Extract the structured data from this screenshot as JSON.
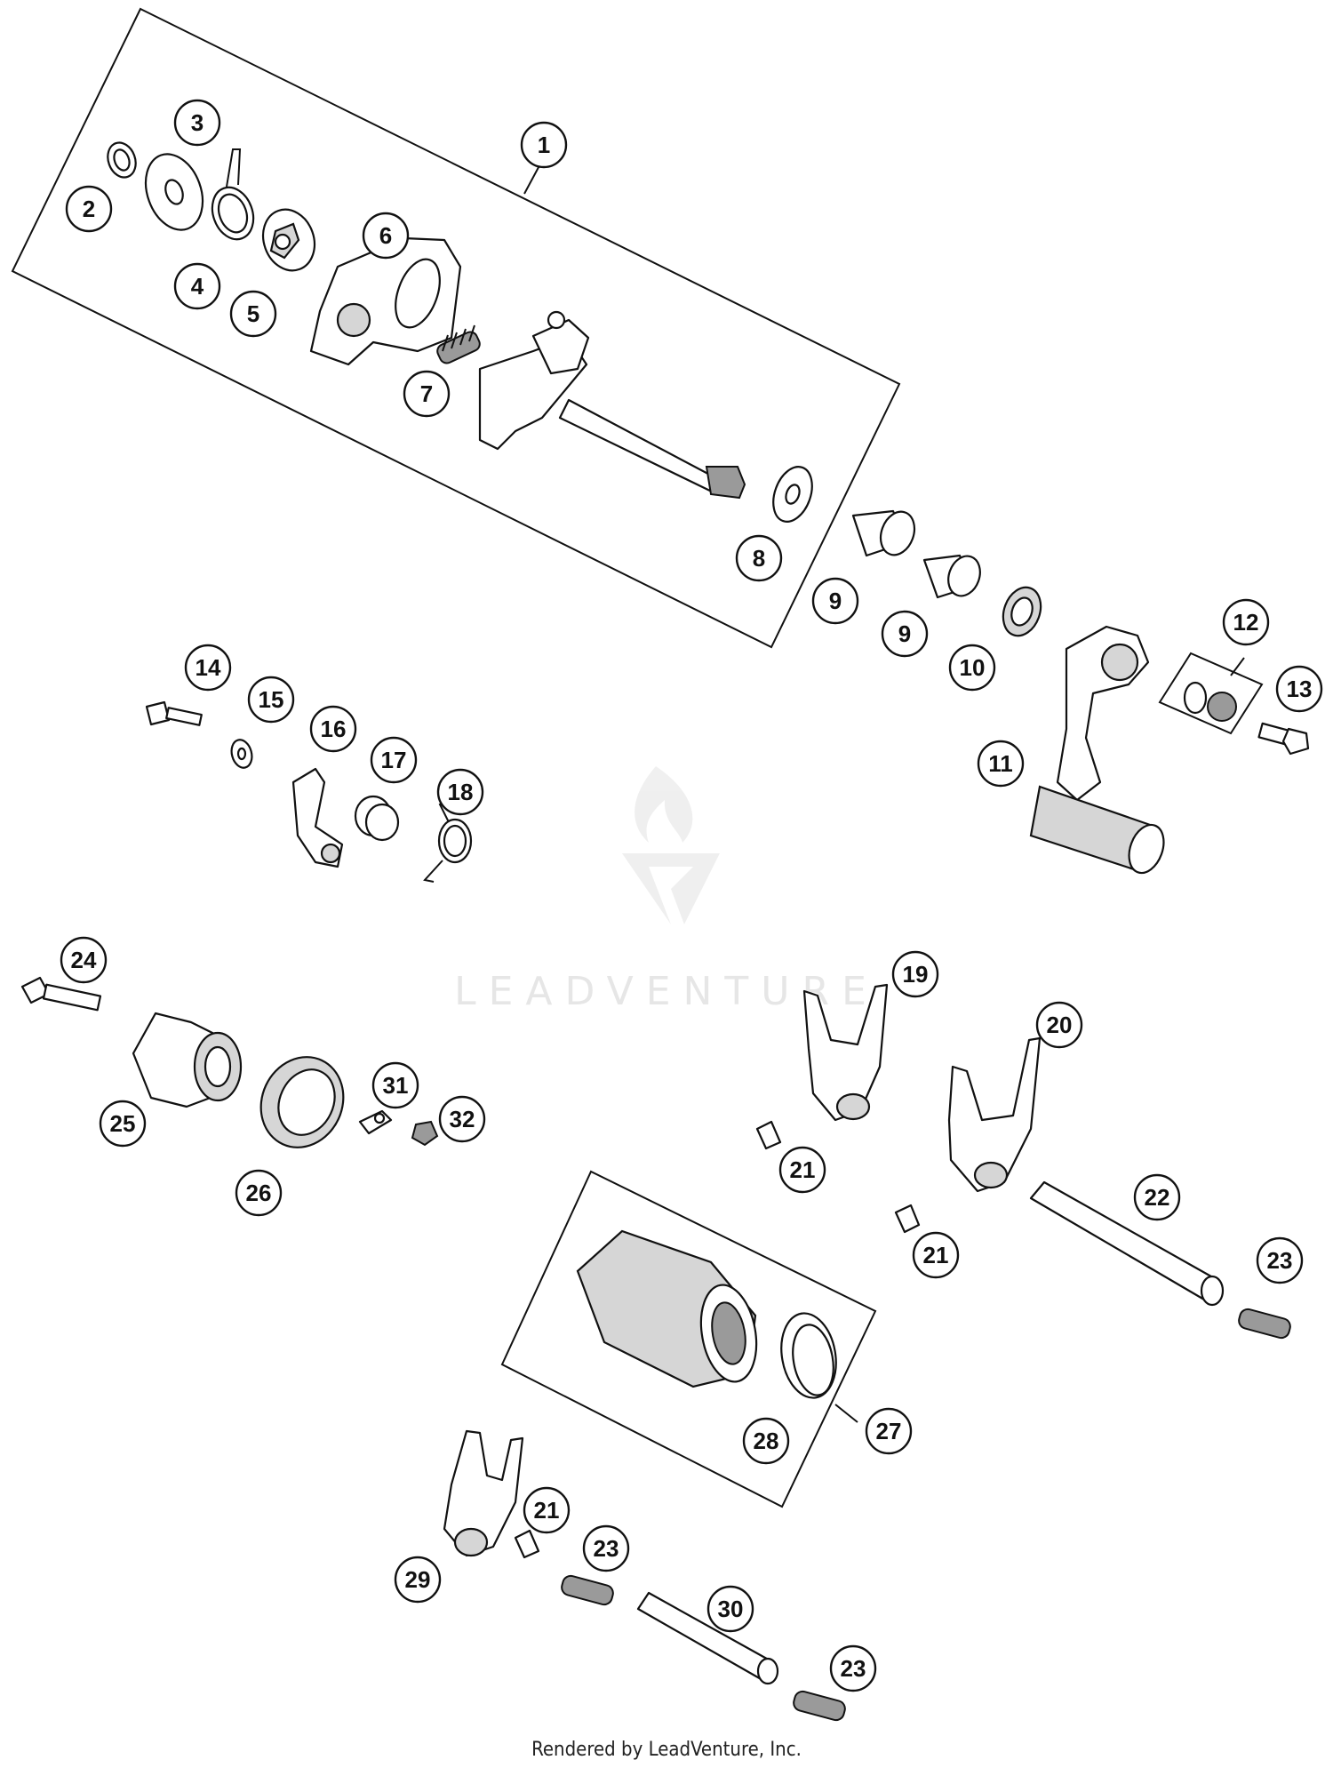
{
  "diagram": {
    "callouts": [
      {
        "id": "c1",
        "label": "1"
      },
      {
        "id": "c2",
        "label": "2"
      },
      {
        "id": "c3",
        "label": "3"
      },
      {
        "id": "c4",
        "label": "4"
      },
      {
        "id": "c5",
        "label": "5"
      },
      {
        "id": "c6",
        "label": "6"
      },
      {
        "id": "c7",
        "label": "7"
      },
      {
        "id": "c8",
        "label": "8"
      },
      {
        "id": "c9a",
        "label": "9"
      },
      {
        "id": "c9b",
        "label": "9"
      },
      {
        "id": "c10",
        "label": "10"
      },
      {
        "id": "c11",
        "label": "11"
      },
      {
        "id": "c12",
        "label": "12"
      },
      {
        "id": "c13",
        "label": "13"
      },
      {
        "id": "c14",
        "label": "14"
      },
      {
        "id": "c15",
        "label": "15"
      },
      {
        "id": "c16",
        "label": "16"
      },
      {
        "id": "c17",
        "label": "17"
      },
      {
        "id": "c18",
        "label": "18"
      },
      {
        "id": "c19",
        "label": "19"
      },
      {
        "id": "c20",
        "label": "20"
      },
      {
        "id": "c21a",
        "label": "21"
      },
      {
        "id": "c21b",
        "label": "21"
      },
      {
        "id": "c21c",
        "label": "21"
      },
      {
        "id": "c22",
        "label": "22"
      },
      {
        "id": "c23a",
        "label": "23"
      },
      {
        "id": "c23b",
        "label": "23"
      },
      {
        "id": "c23c",
        "label": "23"
      },
      {
        "id": "c24",
        "label": "24"
      },
      {
        "id": "c25",
        "label": "25"
      },
      {
        "id": "c26",
        "label": "26"
      },
      {
        "id": "c27",
        "label": "27"
      },
      {
        "id": "c28",
        "label": "28"
      },
      {
        "id": "c29",
        "label": "29"
      },
      {
        "id": "c30",
        "label": "30"
      },
      {
        "id": "c31",
        "label": "31"
      },
      {
        "id": "c32",
        "label": "32"
      }
    ]
  },
  "watermark": {
    "text": "LEADVENTURE"
  },
  "footer": {
    "text": "Rendered by LeadVenture, Inc."
  }
}
